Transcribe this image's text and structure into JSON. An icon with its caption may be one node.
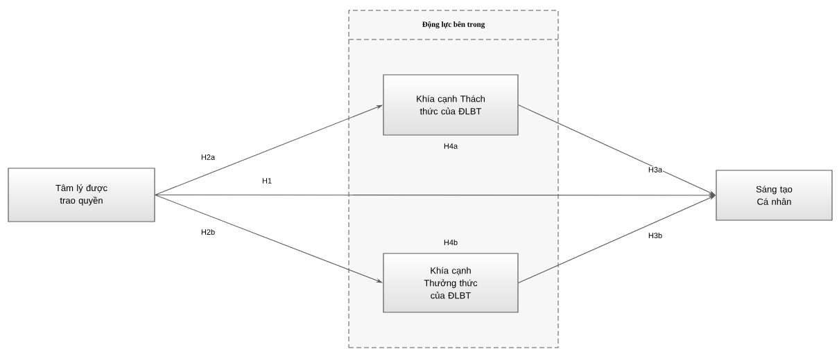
{
  "diagram": {
    "nodes": [
      {
        "text": [
          "Động lực bên trong"
        ]
      },
      {
        "text": [
          "Khía cạnh Thách thức của ĐLBT"
        ],
        "in": 0
      },
      {
        "text": [
          "Khía cạnh Thưởng thức của ĐLBT"
        ],
        "in": 0
      },
      {
        "text": [
          "Tâm lý được trao quyền"
        ]
      },
      {
        "text": [
          "Sáng tạo Cá nhân"
        ]
      }
    ],
    "edges": [
      {
        "from": 3,
        "to": 1,
        "arrow": "to",
        "label": "H2a"
      },
      {
        "from": 3,
        "to": 4,
        "arrow": "to",
        "label": "H1"
      },
      {
        "from": 3,
        "to": 2,
        "arrow": "to",
        "label": "H2b"
      },
      {
        "from": 1,
        "to": 4,
        "arrow": "to",
        "label": "H3a"
      },
      {
        "from": 2,
        "to": 4,
        "arrow": "to",
        "label": "H3b"
      }
    ],
    "labels": [
      "H4a",
      "H4b"
    ]
  }
}
